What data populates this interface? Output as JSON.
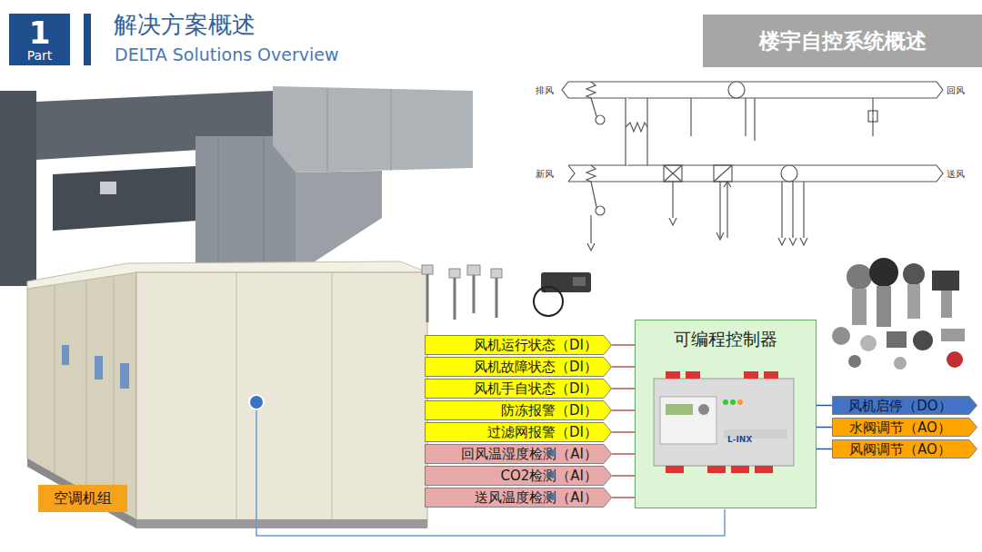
{
  "diagram": {
    "title": "解决方案概述",
    "nodes": [
      {
        "text": [
          "1",
          "Part"
        ]
      },
      {
        "text": [
          "楼宇自控系统概述"
        ]
      },
      {
        "text": [
          "风机运行状态（DI）"
        ]
      },
      {
        "text": [
          "风机故障状态（DI）"
        ]
      },
      {
        "text": [
          "风机手自状态（DI）"
        ]
      },
      {
        "text": [
          "防冻报警（DI）"
        ]
      },
      {
        "text": [
          "过滤网报警（DI）"
        ]
      },
      {
        "text": [
          "回风温湿度检测（AI）"
        ]
      },
      {
        "text": [
          "CO2检测（AI）"
        ]
      },
      {
        "text": [
          "送风温度检测（AI）"
        ]
      },
      {
        "text": [
          "可编程控制器"
        ]
      },
      {
        "text": [
          "风机启停（DO）"
        ]
      },
      {
        "text": [
          "水阀调节（AO）"
        ]
      },
      {
        "text": [
          "风阀调节（AO）"
        ]
      },
      {
        "text": [
          "空调机组"
        ]
      }
    ],
    "edges": [
      {
        "from": 2,
        "to": 10,
        "arrow": "none"
      },
      {
        "from": 3,
        "to": 10,
        "arrow": "none"
      },
      {
        "from": 4,
        "to": 10,
        "arrow": "none"
      },
      {
        "from": 5,
        "to": 10,
        "arrow": "none"
      },
      {
        "from": 6,
        "to": 10,
        "arrow": "none"
      },
      {
        "from": 7,
        "to": 10,
        "arrow": "none"
      },
      {
        "from": 8,
        "to": 10,
        "arrow": "none"
      },
      {
        "from": 9,
        "to": 10,
        "arrow": "none"
      },
      {
        "from": 10,
        "to": 11,
        "arrow": "none"
      },
      {
        "from": 10,
        "to": 12,
        "arrow": "none"
      },
      {
        "from": 10,
        "to": 13,
        "arrow": "none"
      }
    ],
    "labels": [
      "DELTA Solutions Overview",
      "排风",
      "回风",
      "新风",
      "送风",
      "L-INX"
    ]
  }
}
